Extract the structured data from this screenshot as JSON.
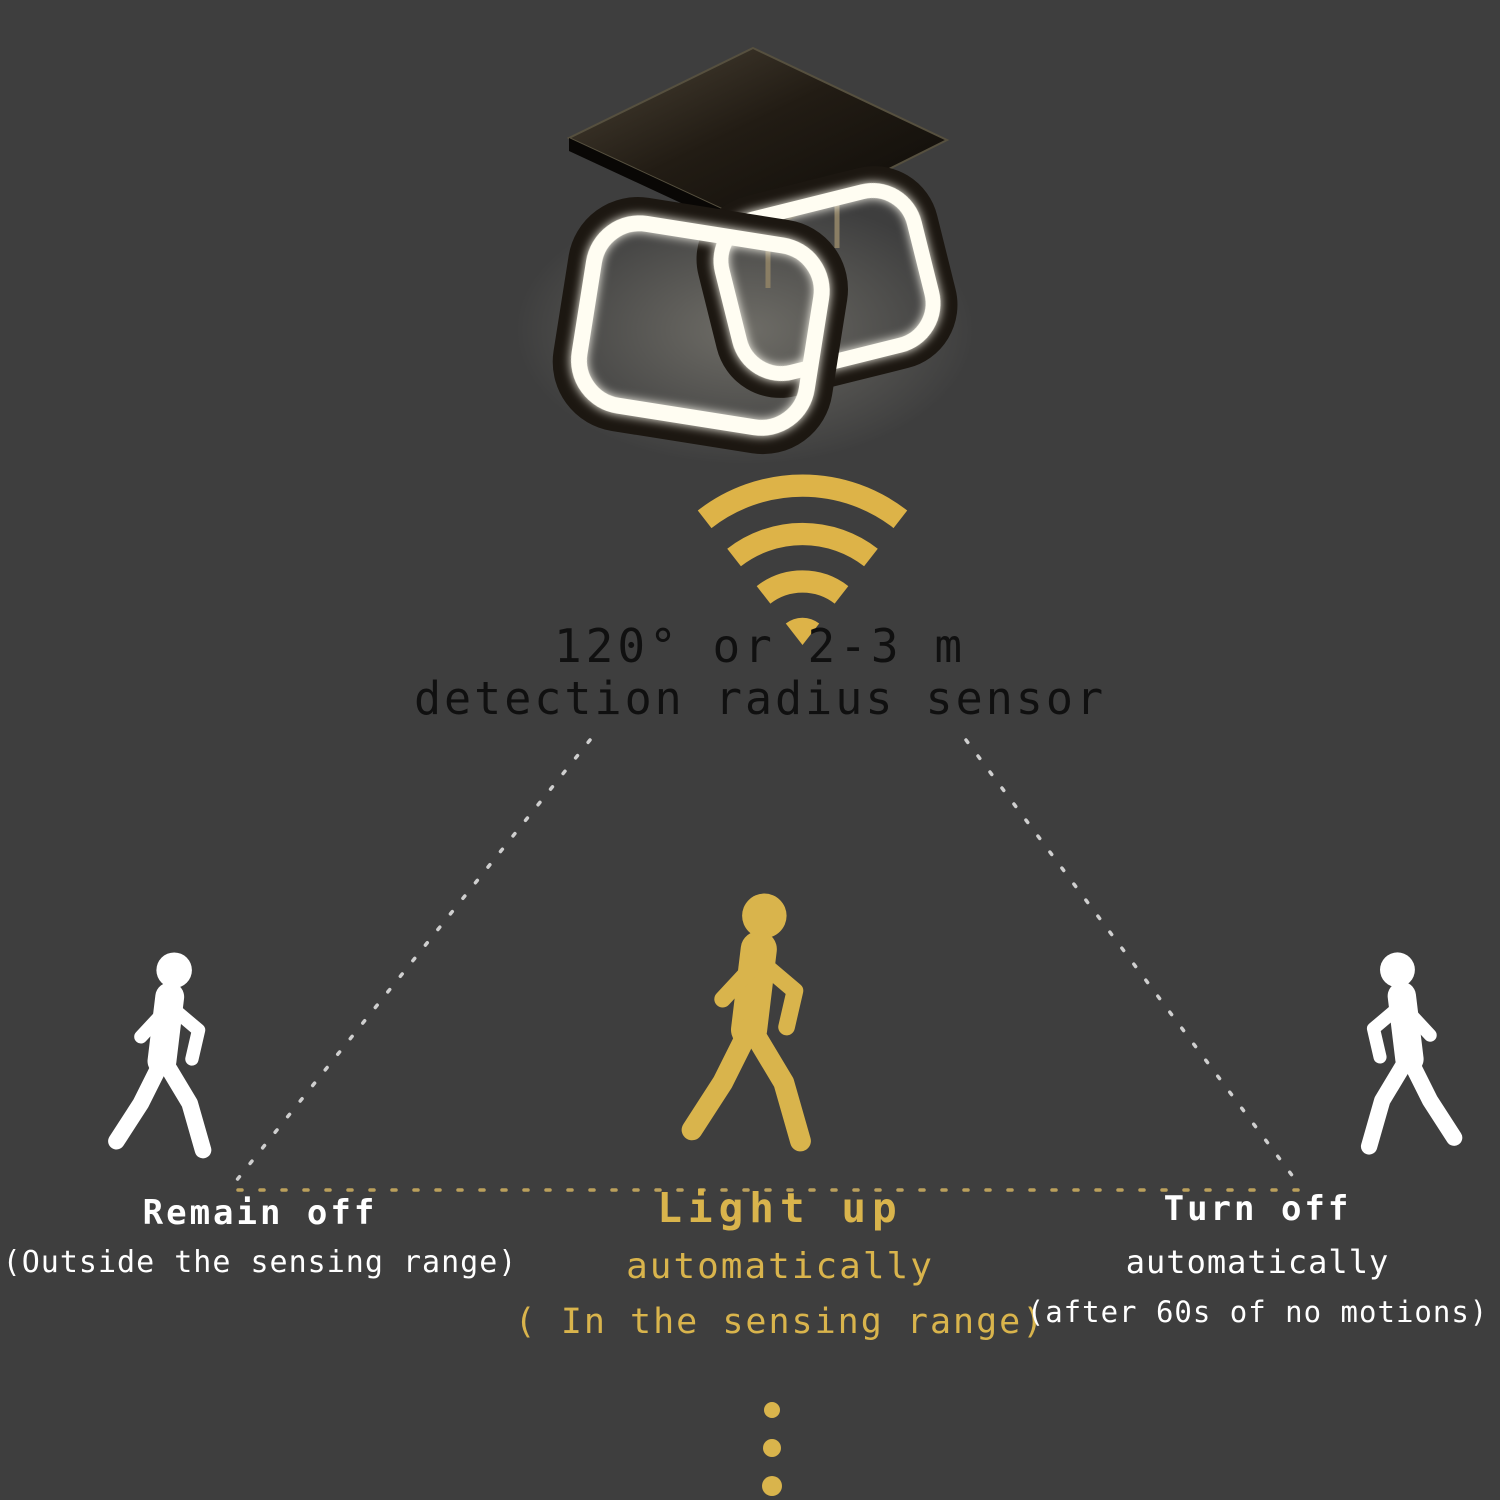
{
  "scene": {
    "background_color": "#3e3e3e",
    "accent_gold": "#d9b44c",
    "figure_white": "#ffffff",
    "caption_ink": "#101010"
  },
  "icons": {
    "fixture": "ceiling-light-fixture",
    "waves": "motion-sensor-waves-icon",
    "left_figure": "walking-person-icon",
    "center_figure": "walking-person-icon",
    "right_figure": "walking-person-icon",
    "dotted_trail": "dotted-trail-icon"
  },
  "sensor": {
    "line1": "120°  or 2-3 m",
    "line2": "detection radius sensor"
  },
  "labels": {
    "left": {
      "title": "Remain off",
      "subtitle": "(Outside the sensing range)"
    },
    "center": {
      "title": "Light up",
      "line2": "automatically",
      "line3": "( In the sensing range)"
    },
    "right": {
      "title": "Turn off",
      "line2": "automatically",
      "line3": "(after 60s of no motions)"
    }
  }
}
